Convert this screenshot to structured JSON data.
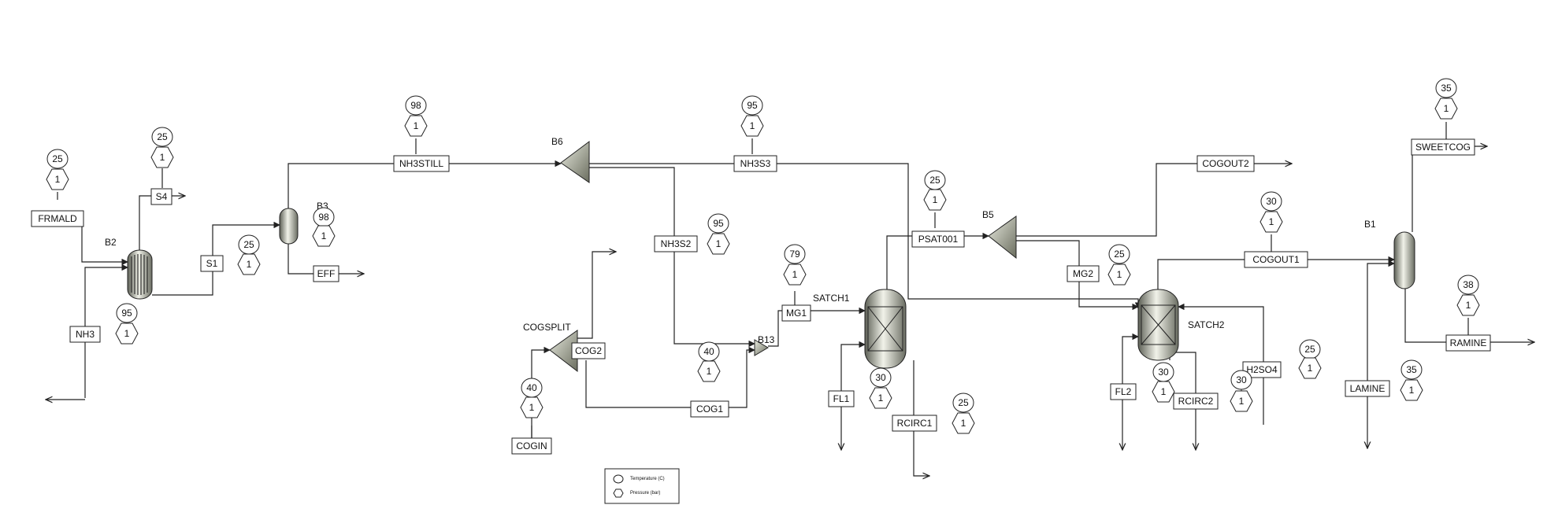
{
  "diagram": {
    "blocks": {
      "B2": "B2",
      "B3": "B3",
      "B6": "B6",
      "COGSPLIT": "COGSPLIT",
      "B13": "B13",
      "SATCH1": "SATCH1",
      "B5": "B5",
      "SATCH2": "SATCH2",
      "B1": "B1"
    },
    "streams": {
      "FRMALD": "FRMALD",
      "NH3": "NH3",
      "S4": "S4",
      "S1": "S1",
      "EFF": "EFF",
      "NH3STILL": "NH3STILL",
      "NH3S2": "NH3S2",
      "NH3S3": "NH3S3",
      "COG2": "COG2",
      "COGIN": "COGIN",
      "COG1": "COG1",
      "MG1": "MG1",
      "FL1": "FL1",
      "RCIRC1": "RCIRC1",
      "PSAT001": "PSAT001",
      "COGOUT2": "COGOUT2",
      "COGOUT1": "COGOUT1",
      "MG2": "MG2",
      "FL2": "FL2",
      "RCIRC2": "RCIRC2",
      "H2SO4": "H2SO4",
      "SWEETCOG": "SWEETCOG",
      "RAMINE": "RAMINE",
      "LAMINE": "LAMINE"
    },
    "conditions": {
      "FRMALD": {
        "temperature": "25",
        "pressure": "1"
      },
      "NH3": {
        "temperature": "95",
        "pressure": "1"
      },
      "S4": {
        "temperature": "25",
        "pressure": "1"
      },
      "S1": {
        "temperature": "25",
        "pressure": "1"
      },
      "EFF": {
        "temperature": "98",
        "pressure": "1"
      },
      "NH3STILL": {
        "temperature": "98",
        "pressure": "1"
      },
      "NH3S2": {
        "temperature": "95",
        "pressure": "1"
      },
      "NH3S3": {
        "temperature": "95",
        "pressure": "1"
      },
      "COGIN": {
        "temperature": "40",
        "pressure": "1"
      },
      "COG1": {
        "temperature": "40",
        "pressure": "1"
      },
      "MG1": {
        "temperature": "79",
        "pressure": "1"
      },
      "FL1": {
        "temperature": "30",
        "pressure": "1"
      },
      "RCIRC1": {
        "temperature": "25",
        "pressure": "1"
      },
      "PSAT001": {
        "temperature": "25",
        "pressure": "1"
      },
      "COGOUT1": {
        "temperature": "30",
        "pressure": "1"
      },
      "MG2": {
        "temperature": "25",
        "pressure": "1"
      },
      "FL2": {
        "temperature": "30",
        "pressure": "1"
      },
      "RCIRC2": {
        "temperature": "30",
        "pressure": "1"
      },
      "H2SO4": {
        "temperature": "25",
        "pressure": "1"
      },
      "SWEETCOG": {
        "temperature": "35",
        "pressure": "1"
      },
      "RAMINE": {
        "temperature": "38",
        "pressure": "1"
      },
      "LAMINE": {
        "temperature": "35",
        "pressure": "1"
      }
    },
    "legend": {
      "temperature": "Temperature (C)",
      "pressure": "Pressure (bar)"
    }
  }
}
